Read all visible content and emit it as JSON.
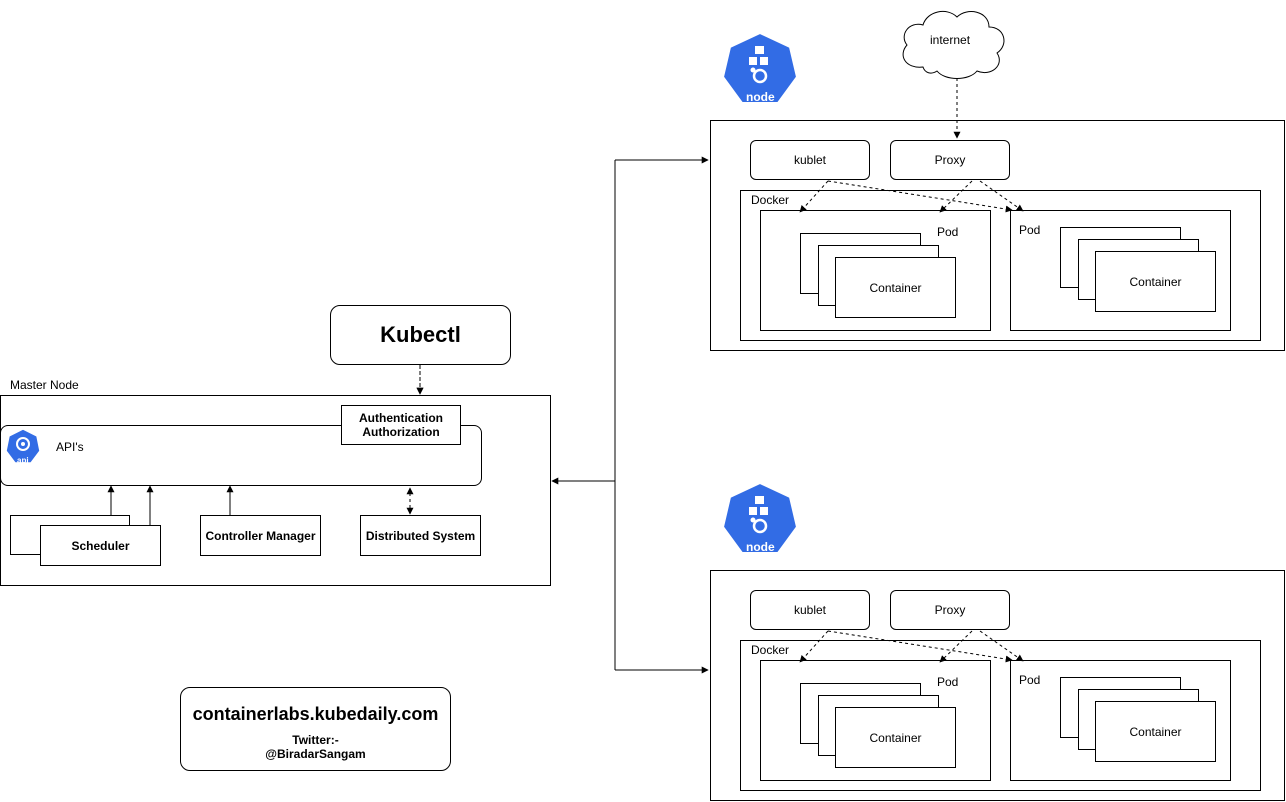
{
  "master": {
    "label": "Master Node",
    "auth_line1": "Authentication",
    "auth_line2": "Authorization",
    "api_label": "API's",
    "api_badge": "api",
    "scheduler": "Scheduler",
    "controller": "Controller Manager",
    "distributed": "Distributed System"
  },
  "kubectl": "Kubectl",
  "footer": {
    "site": "containerlabs.kubedaily.com",
    "twitter_line1": "Twitter:-",
    "twitter_line2": "@BiradarSangam"
  },
  "internet": "internet",
  "node_badge": "node",
  "nodes": [
    {
      "kublet": "kublet",
      "proxy": "Proxy",
      "docker": "Docker",
      "pod1_label": "Pod",
      "pod1_container": "Container",
      "pod2_label": "Pod",
      "pod2_container": "Container"
    },
    {
      "kublet": "kublet",
      "proxy": "Proxy",
      "docker": "Docker",
      "pod1_label": "Pod",
      "pod1_container": "Container",
      "pod2_label": "Pod",
      "pod2_container": "Container"
    }
  ],
  "colors": {
    "k8s_blue": "#326ce5",
    "line": "#000000",
    "background": "#ffffff"
  },
  "icons": [
    "kubernetes-node-icon",
    "kubernetes-api-icon",
    "cloud-icon"
  ]
}
